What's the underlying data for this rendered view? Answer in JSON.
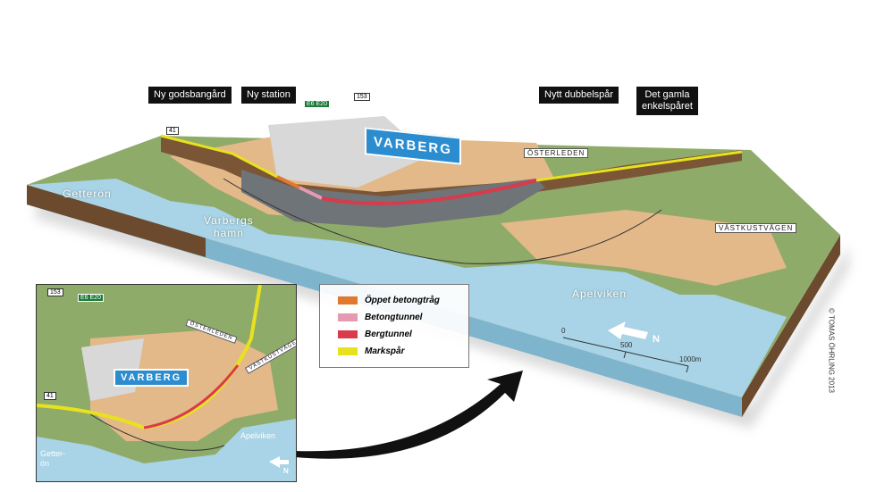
{
  "callouts": [
    {
      "id": "godsbangard",
      "text": "Ny godsbangård"
    },
    {
      "id": "station",
      "text": "Ny station"
    },
    {
      "id": "dubbelspar",
      "text": "Nytt dubbelspår"
    },
    {
      "id": "enkelsparet",
      "line1": "Det gamla",
      "line2": "enkelspåret"
    }
  ],
  "places": {
    "city": "VARBERG",
    "getteron": "Getterön",
    "hamn_1": "Varbergs",
    "hamn_2": "hamn",
    "apelviken": "Apelviken"
  },
  "roads": {
    "e6": "E6 E20",
    "r153": "153",
    "r41": "41",
    "osterleden": "ÖSTERLEDEN",
    "vastkustvagen": "VÄSTKUSTVÄGEN"
  },
  "legend": [
    {
      "label": "Öppet betongtråg",
      "color": "#e2782e"
    },
    {
      "label": "Betongtunnel",
      "color": "#e49ab0"
    },
    {
      "label": "Bergtunnel",
      "color": "#d93a4c"
    },
    {
      "label": "Markspår",
      "color": "#e8e21e"
    }
  ],
  "scale": {
    "t0": "0",
    "t500": "500",
    "t1000": "1000m",
    "north": "N"
  },
  "inset": {
    "city": "VARBERG",
    "getteron_1": "Getter-",
    "getteron_2": "ön",
    "apelviken": "Apelviken",
    "osterleden": "ÖSTERLEDEN",
    "vastkustvagen": "VÄSTKUSTVÄGEN",
    "r153": "153",
    "e6": "E6 E20",
    "r41": "41",
    "north": "N"
  },
  "copyright": "© TOMAS ÖHRLING 2013"
}
